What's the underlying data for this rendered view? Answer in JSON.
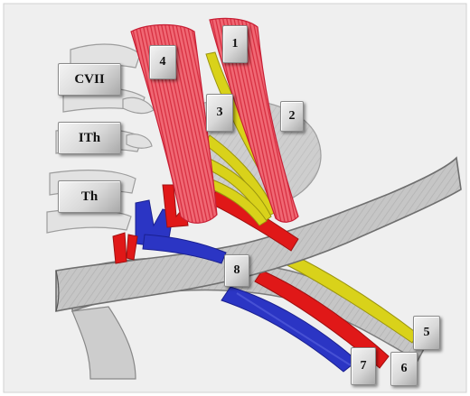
{
  "labels": {
    "vertebrae": {
      "c7": "CVII",
      "th1": "ITh",
      "th": "Th"
    },
    "numbers": {
      "n1": "1",
      "n2": "2",
      "n3": "3",
      "n4": "4",
      "n5": "5",
      "n6": "6",
      "n7": "7",
      "n8": "8"
    }
  },
  "colors": {
    "background": "#ffffff",
    "paper": "#eeeeee",
    "bone": "#c4c4c4",
    "muscle": "#e8434f",
    "artery": "#e01818",
    "vein": "#2b35c4",
    "nerve": "#d9d21a"
  }
}
